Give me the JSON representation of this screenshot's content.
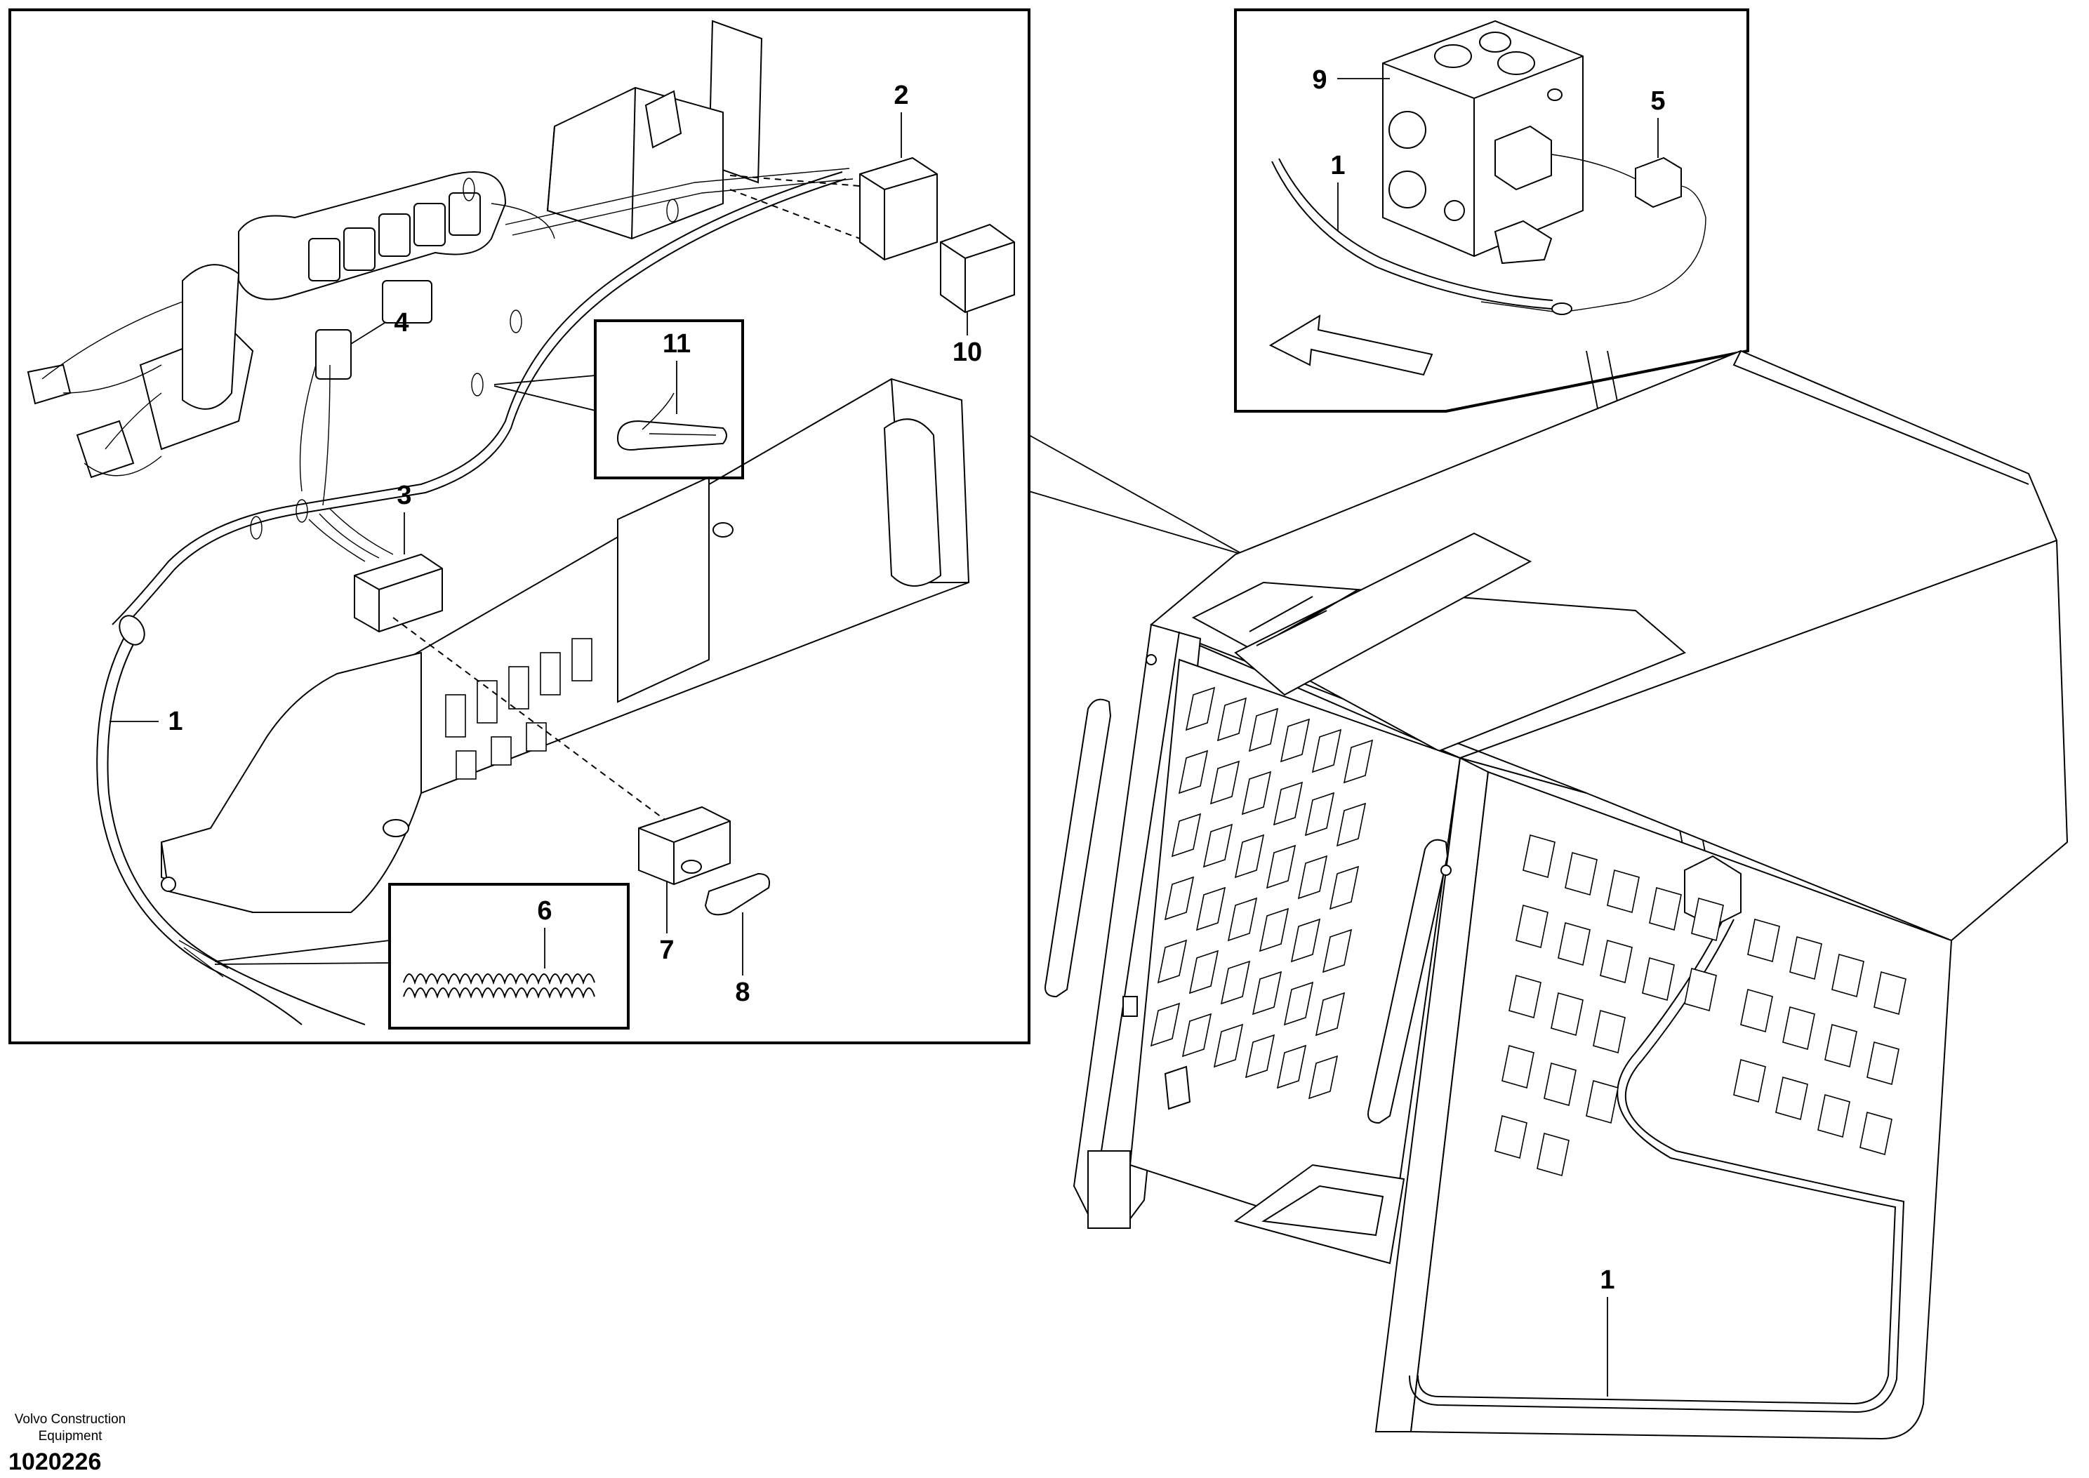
{
  "callouts": {
    "c1_cable_main": "1",
    "c1_cable_valve": "1",
    "c1_cable_cab": "1",
    "c2": "2",
    "c3": "3",
    "c4": "4",
    "c5": "5",
    "c6": "6",
    "c7": "7",
    "c8": "8",
    "c9": "9",
    "c10": "10",
    "c11": "11"
  },
  "footer": {
    "brand_line1": "Volvo Construction",
    "brand_line2": "Equipment",
    "drawing_number": "1020226"
  }
}
